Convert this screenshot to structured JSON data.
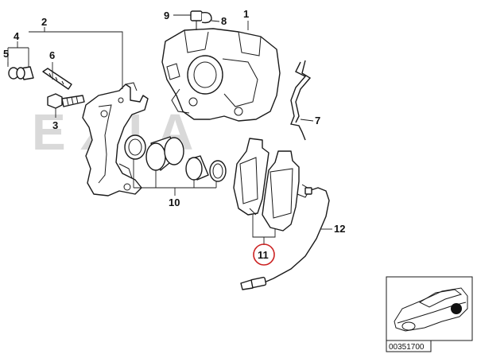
{
  "callouts": {
    "c1": "1",
    "c2": "2",
    "c3": "3",
    "c4": "4",
    "c5": "5",
    "c6": "6",
    "c7": "7",
    "c8": "8",
    "c9": "9",
    "c10": "10",
    "c11": "11",
    "c12": "12"
  },
  "watermark": "EXIA",
  "reference_number": "00351700",
  "highlight_color": "#cc2222"
}
